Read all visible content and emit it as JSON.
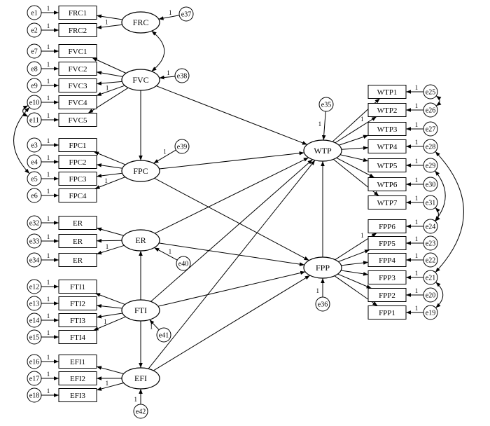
{
  "observed": [
    {
      "id": "FRC1",
      "label": "FRC1"
    },
    {
      "id": "FRC2",
      "label": "FRC2"
    },
    {
      "id": "FVC1",
      "label": "FVC1"
    },
    {
      "id": "FVC2",
      "label": "FVC2"
    },
    {
      "id": "FVC3",
      "label": "FVC3"
    },
    {
      "id": "FVC4",
      "label": "FVC4"
    },
    {
      "id": "FVC5",
      "label": "FVC5"
    },
    {
      "id": "FPC1",
      "label": "FPC1"
    },
    {
      "id": "FPC2",
      "label": "FPC2"
    },
    {
      "id": "FPC3",
      "label": "FPC3"
    },
    {
      "id": "FPC4",
      "label": "FPC4"
    },
    {
      "id": "ERa",
      "label": "ER"
    },
    {
      "id": "ERb",
      "label": "ER"
    },
    {
      "id": "ERc",
      "label": "ER"
    },
    {
      "id": "FTI1",
      "label": "FTI1"
    },
    {
      "id": "FTI2",
      "label": "FTI2"
    },
    {
      "id": "FTI3",
      "label": "FTI3"
    },
    {
      "id": "FTI4",
      "label": "FTI4"
    },
    {
      "id": "EFI1",
      "label": "EFI1"
    },
    {
      "id": "EFI2",
      "label": "EFI2"
    },
    {
      "id": "EFI3",
      "label": "EFI3"
    },
    {
      "id": "WTP1",
      "label": "WTP1"
    },
    {
      "id": "WTP2",
      "label": "WTP2"
    },
    {
      "id": "WTP3",
      "label": "WTP3"
    },
    {
      "id": "WTP4",
      "label": "WTP4"
    },
    {
      "id": "WTP5",
      "label": "WTP5"
    },
    {
      "id": "WTP6",
      "label": "WTP6"
    },
    {
      "id": "WTP7",
      "label": "WTP7"
    },
    {
      "id": "FPP6",
      "label": "FPP6"
    },
    {
      "id": "FPP5",
      "label": "FPP5"
    },
    {
      "id": "FPP4",
      "label": "FPP4"
    },
    {
      "id": "FPP3",
      "label": "FPP3"
    },
    {
      "id": "FPP2",
      "label": "FPP2"
    },
    {
      "id": "FPP1",
      "label": "FPP1"
    }
  ],
  "latent": [
    {
      "id": "FRC",
      "label": "FRC"
    },
    {
      "id": "FVC",
      "label": "FVC"
    },
    {
      "id": "FPC",
      "label": "FPC"
    },
    {
      "id": "ER",
      "label": "ER"
    },
    {
      "id": "FTI",
      "label": "FTI"
    },
    {
      "id": "EFI",
      "label": "EFI"
    },
    {
      "id": "WTP",
      "label": "WTP"
    },
    {
      "id": "FPP",
      "label": "FPP"
    }
  ],
  "errors": [
    {
      "id": "e1",
      "label": "e1",
      "target": "FRC1"
    },
    {
      "id": "e2",
      "label": "e2",
      "target": "FRC2"
    },
    {
      "id": "e7",
      "label": "e7",
      "target": "FVC1"
    },
    {
      "id": "e8",
      "label": "e8",
      "target": "FVC2"
    },
    {
      "id": "e9",
      "label": "e9",
      "target": "FVC3"
    },
    {
      "id": "e10",
      "label": "e10",
      "target": "FVC4"
    },
    {
      "id": "e11",
      "label": "e11",
      "target": "FVC5"
    },
    {
      "id": "e3",
      "label": "e3",
      "target": "FPC1"
    },
    {
      "id": "e4",
      "label": "e4",
      "target": "FPC2"
    },
    {
      "id": "e5",
      "label": "e5",
      "target": "FPC3"
    },
    {
      "id": "e6",
      "label": "e6",
      "target": "FPC4"
    },
    {
      "id": "e32",
      "label": "e32",
      "target": "ERa"
    },
    {
      "id": "e33",
      "label": "e33",
      "target": "ERb"
    },
    {
      "id": "e34",
      "label": "e34",
      "target": "ERc"
    },
    {
      "id": "e12",
      "label": "e12",
      "target": "FTI1"
    },
    {
      "id": "e13",
      "label": "e13",
      "target": "FTI2"
    },
    {
      "id": "e14",
      "label": "e14",
      "target": "FTI3"
    },
    {
      "id": "e15",
      "label": "e15",
      "target": "FTI4"
    },
    {
      "id": "e16",
      "label": "e16",
      "target": "EFI1"
    },
    {
      "id": "e17",
      "label": "e17",
      "target": "EFI2"
    },
    {
      "id": "e18",
      "label": "e18",
      "target": "EFI3"
    },
    {
      "id": "e25",
      "label": "e25",
      "target": "WTP1"
    },
    {
      "id": "e26",
      "label": "e26",
      "target": "WTP2"
    },
    {
      "id": "e27",
      "label": "e27",
      "target": "WTP3"
    },
    {
      "id": "e28",
      "label": "e28",
      "target": "WTP4"
    },
    {
      "id": "e29",
      "label": "e29",
      "target": "WTP5"
    },
    {
      "id": "e30",
      "label": "e30",
      "target": "WTP6"
    },
    {
      "id": "e31",
      "label": "e31",
      "target": "WTP7"
    },
    {
      "id": "e24",
      "label": "e24",
      "target": "FPP6"
    },
    {
      "id": "e23",
      "label": "e23",
      "target": "FPP5"
    },
    {
      "id": "e22",
      "label": "e22",
      "target": "FPP4"
    },
    {
      "id": "e21",
      "label": "e21",
      "target": "FPP3"
    },
    {
      "id": "e20",
      "label": "e20",
      "target": "FPP2"
    },
    {
      "id": "e19",
      "label": "e19",
      "target": "FPP1"
    },
    {
      "id": "e37",
      "label": "e37",
      "target": "FRC"
    },
    {
      "id": "e38",
      "label": "e38",
      "target": "FVC"
    },
    {
      "id": "e39",
      "label": "e39",
      "target": "FPC"
    },
    {
      "id": "e40",
      "label": "e40",
      "target": "ER"
    },
    {
      "id": "e41",
      "label": "e41",
      "target": "FTI"
    },
    {
      "id": "e42",
      "label": "e42",
      "target": "EFI"
    },
    {
      "id": "e35",
      "label": "e35",
      "target": "WTP"
    },
    {
      "id": "e36",
      "label": "e36",
      "target": "FPP"
    }
  ],
  "loadings": [
    {
      "latent": "FRC",
      "items": [
        "FRC1",
        "FRC2"
      ],
      "fixed": "FRC2"
    },
    {
      "latent": "FVC",
      "items": [
        "FVC1",
        "FVC2",
        "FVC3",
        "FVC4",
        "FVC5"
      ],
      "fixed": "FVC4"
    },
    {
      "latent": "FPC",
      "items": [
        "FPC1",
        "FPC2",
        "FPC3",
        "FPC4"
      ],
      "fixed": "FPC4"
    },
    {
      "latent": "ER",
      "items": [
        "ERa",
        "ERb",
        "ERc"
      ],
      "fixed": "ERc"
    },
    {
      "latent": "FTI",
      "items": [
        "FTI1",
        "FTI2",
        "FTI3",
        "FTI4"
      ],
      "fixed": "FTI4"
    },
    {
      "latent": "EFI",
      "items": [
        "EFI1",
        "EFI2",
        "EFI3"
      ],
      "fixed": "EFI3"
    },
    {
      "latent": "WTP",
      "items": [
        "WTP1",
        "WTP2",
        "WTP3",
        "WTP4",
        "WTP5",
        "WTP6",
        "WTP7"
      ],
      "fixed": "WTP2"
    },
    {
      "latent": "FPP",
      "items": [
        "FPP6",
        "FPP5",
        "FPP4",
        "FPP3",
        "FPP2",
        "FPP1"
      ],
      "fixed": "FPP6"
    }
  ],
  "structural_paths": [
    {
      "from": "FVC",
      "to": "FPC"
    },
    {
      "from": "FVC",
      "to": "WTP"
    },
    {
      "from": "FPC",
      "to": "WTP"
    },
    {
      "from": "FPC",
      "to": "FPP"
    },
    {
      "from": "ER",
      "to": "WTP"
    },
    {
      "from": "ER",
      "to": "FPP"
    },
    {
      "from": "FTI",
      "to": "ER"
    },
    {
      "from": "FTI",
      "to": "EFI"
    },
    {
      "from": "FTI",
      "to": "WTP"
    },
    {
      "from": "FTI",
      "to": "FPP"
    },
    {
      "from": "EFI",
      "to": "WTP"
    },
    {
      "from": "EFI",
      "to": "FPP"
    },
    {
      "from": "FPP",
      "to": "WTP"
    }
  ],
  "covariances": [
    {
      "a": "FRC",
      "b": "FVC"
    },
    {
      "a": "e10",
      "b": "e5"
    },
    {
      "a": "e11",
      "b": "e10"
    },
    {
      "a": "e25",
      "b": "e26"
    },
    {
      "a": "e29",
      "b": "e24"
    },
    {
      "a": "e31",
      "b": "e24"
    },
    {
      "a": "e28",
      "b": "e21"
    },
    {
      "a": "e21",
      "b": "e19"
    }
  ],
  "fixed_label": "1"
}
